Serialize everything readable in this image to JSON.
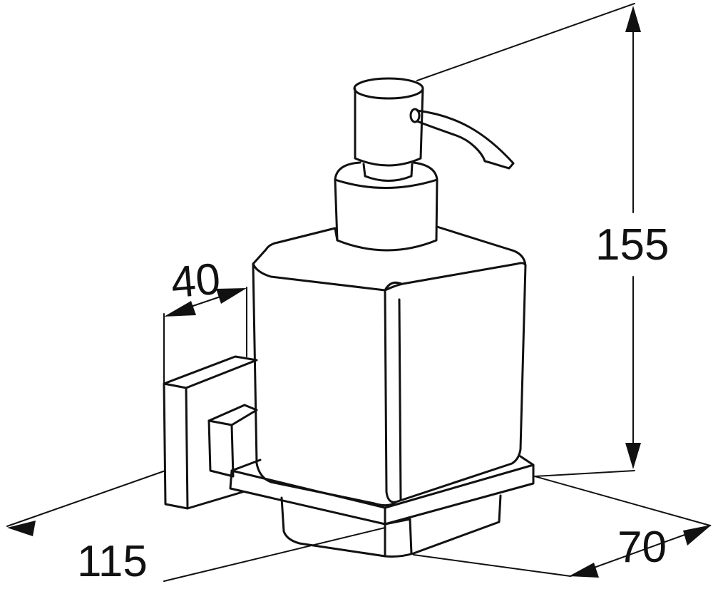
{
  "dimensions": {
    "height": "155",
    "depth": "40",
    "width": "115",
    "length": "70"
  }
}
